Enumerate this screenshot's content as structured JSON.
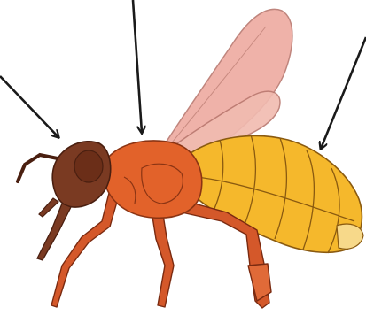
{
  "diagram": {
    "subject": "honey-bee-body-parts",
    "parts": [
      {
        "id": "head",
        "color": "#7a3a22",
        "outline": "#4a1f10"
      },
      {
        "id": "thorax",
        "color": "#e2622a",
        "outline": "#8b3413"
      },
      {
        "id": "abdomen",
        "color": "#f5b82c",
        "outline": "#8a5a10"
      },
      {
        "id": "wings",
        "color": "#eeaaa0",
        "outline": "#b9786f"
      },
      {
        "id": "legs",
        "color": "#d4582a",
        "outline": "#7a2a10"
      }
    ],
    "arrows": [
      {
        "points_to": "head"
      },
      {
        "points_to": "thorax"
      },
      {
        "points_to": "abdomen"
      }
    ],
    "arrow_color": "#1a1a1a"
  }
}
